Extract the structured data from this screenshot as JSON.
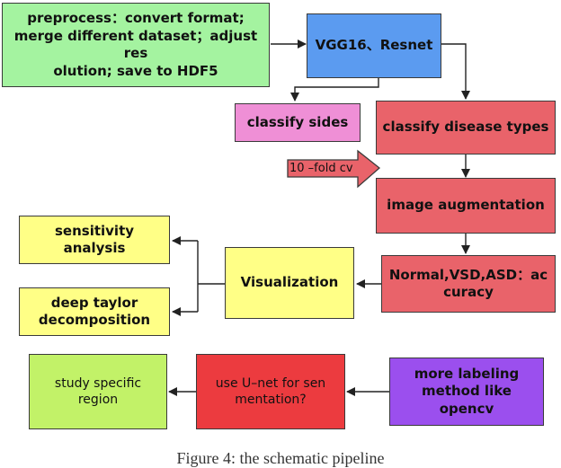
{
  "nodes": {
    "preprocess": "preprocess：convert format;\nmerge different dataset；adjust res\nolution; save to HDF5",
    "vgg": "VGG16、Resnet",
    "classify_sides": "classify sides",
    "classify_disease": "classify disease types",
    "fold_cv": "10 –fold cv",
    "image_augmentation": "image augmentation",
    "accuracy": "Normal,VSD,ASD：ac\ncuracy",
    "visualization": "Visualization",
    "sensitivity": "sensitivity\nanalysis",
    "deep_taylor": "deep taylor\ndecomposition",
    "more_labeling": "more labeling\nmethod like\nopencv",
    "unet": "use U–net for sen\nmentation?",
    "study_region": "study specific\nregion"
  },
  "caption": "Figure 4: the schematic pipeline",
  "colors": {
    "preprocess": "#a4f3a0",
    "vgg": "#5b9bf0",
    "classify_sides": "#ef8fd6",
    "red_steps": "#e9636a",
    "yellow": "#ffff86",
    "study_region": "#c2f268",
    "unet": "#ec3b3f",
    "more_labeling": "#9b4fee"
  }
}
